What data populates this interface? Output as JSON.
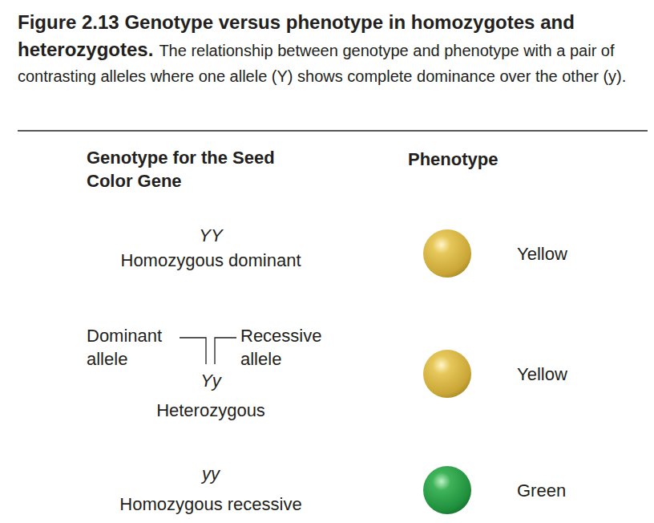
{
  "diagram": {
    "title": "Figure 2.13 Genotype versus phenotype in homozygotes and heterozygotes.",
    "caption": "The relationship between genotype and phenotype with a pair of contrasting alleles where one allele (Y) shows complete dominance over the other (y).",
    "labels": [
      "Genotype for the Seed Color Gene",
      "Phenotype",
      "YY",
      "Homozygous dominant",
      "Yellow",
      "Dominant allele",
      "Recessive allele",
      "Yy",
      "Heterozygous",
      "Yellow",
      "yy",
      "Homozygous recessive",
      "Green"
    ]
  }
}
